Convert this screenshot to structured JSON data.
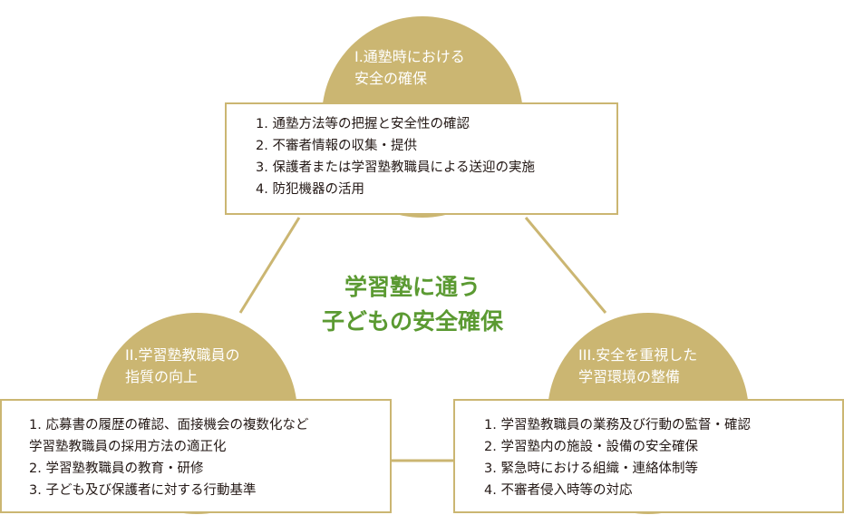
{
  "colors": {
    "accent": "#cbb672",
    "center_text": "#5b9a32",
    "body_text": "#231815"
  },
  "center": {
    "line1": "学習塾に通う",
    "line2": "子どもの安全確保"
  },
  "nodes": {
    "top": {
      "title_line1": "I.通塾時における",
      "title_line2": "安全の確保",
      "items": [
        "1. 通塾方法等の把握と安全性の確認",
        "2. 不審者情報の収集・提供",
        "3. 保護者または学習塾教職員による送迎の実施",
        "4. 防犯機器の活用"
      ]
    },
    "left": {
      "title_line1": "II.学習塾教職員の",
      "title_line2": "指質の向上",
      "items": [
        "1. 応募書の履歴の確認、面接機会の複数化など",
        "学習塾教職員の採用方法の適正化",
        "2. 学習塾教職員の教育・研修",
        "3. 子ども及び保護者に対する行動基準"
      ]
    },
    "right": {
      "title_line1": "III.安全を重視した",
      "title_line2": "学習環境の整備",
      "items": [
        "1. 学習塾教職員の業務及び行動の監督・確認",
        "2. 学習塾内の施設・設備の安全確保",
        "3. 緊急時における組織・連絡体制等",
        "4. 不審者侵入時等の対応"
      ]
    }
  }
}
